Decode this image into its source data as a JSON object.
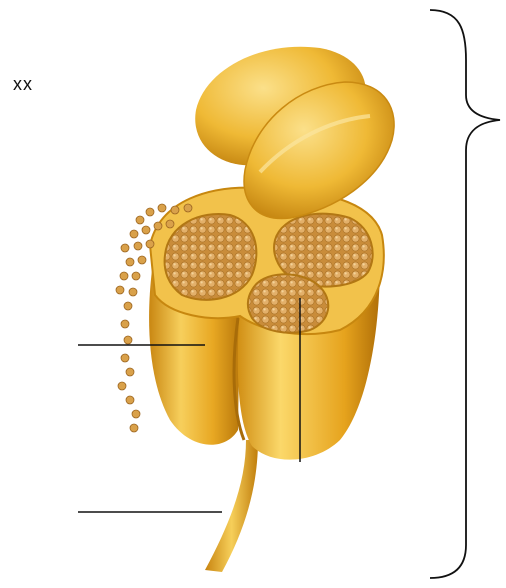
{
  "figure": {
    "label": "xx",
    "subject": "anther",
    "colors": {
      "background": "#ffffff",
      "body_light": "#f3c24a",
      "body_mid": "#e2a21f",
      "body_dark": "#b97a0c",
      "pollen": "#d9a14a",
      "pollen_dark": "#a36b1f",
      "leader_line": "#111111"
    },
    "parts": [
      "lobes",
      "pollen-sacs",
      "pollen-grains",
      "filament",
      "brace"
    ]
  }
}
